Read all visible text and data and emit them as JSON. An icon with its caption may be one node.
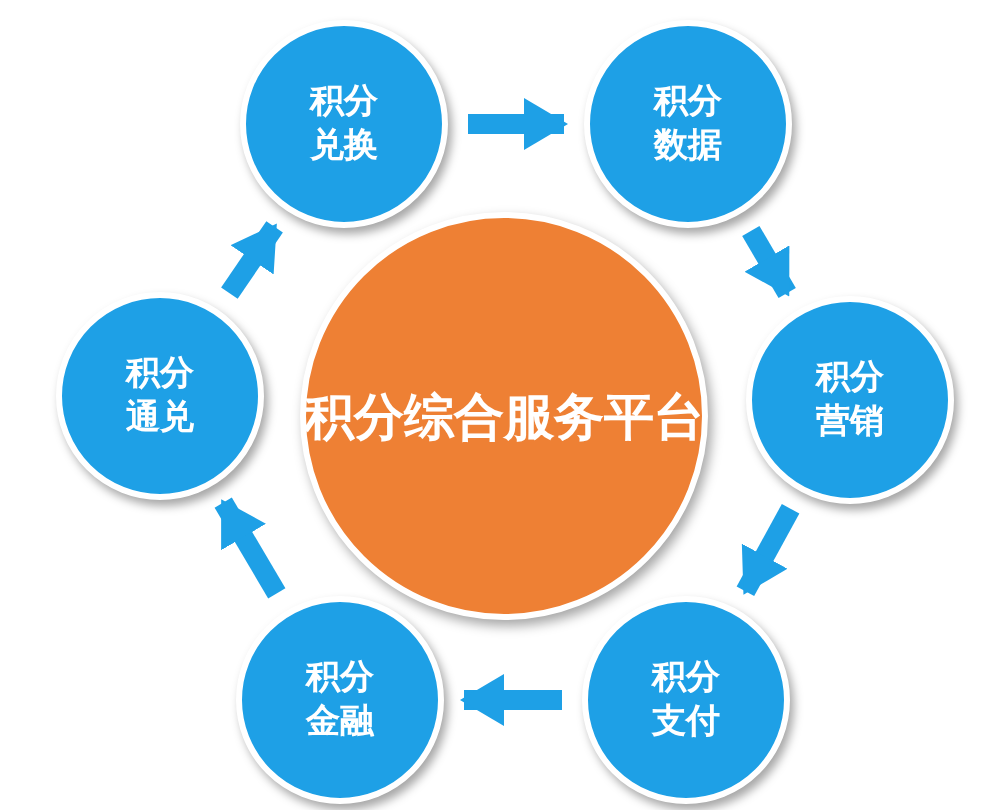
{
  "diagram": {
    "nodes": [
      {
        "text": [
          "积分兑换"
        ]
      },
      {
        "text": [
          "积分数据"
        ]
      },
      {
        "text": [
          "积分营销"
        ]
      },
      {
        "text": [
          "积分支付"
        ]
      },
      {
        "text": [
          "积分金融"
        ]
      },
      {
        "text": [
          "积分通兑"
        ]
      },
      {
        "text": [
          "积分综合服务平台"
        ]
      }
    ],
    "edges": [
      {
        "from": 0,
        "to": 1,
        "arrow": "to"
      },
      {
        "from": 1,
        "to": 2,
        "arrow": "to"
      },
      {
        "from": 2,
        "to": 3,
        "arrow": "to"
      },
      {
        "from": 3,
        "to": 4,
        "arrow": "to"
      },
      {
        "from": 4,
        "to": 5,
        "arrow": "to"
      },
      {
        "from": 5,
        "to": 0,
        "arrow": "to"
      }
    ]
  }
}
